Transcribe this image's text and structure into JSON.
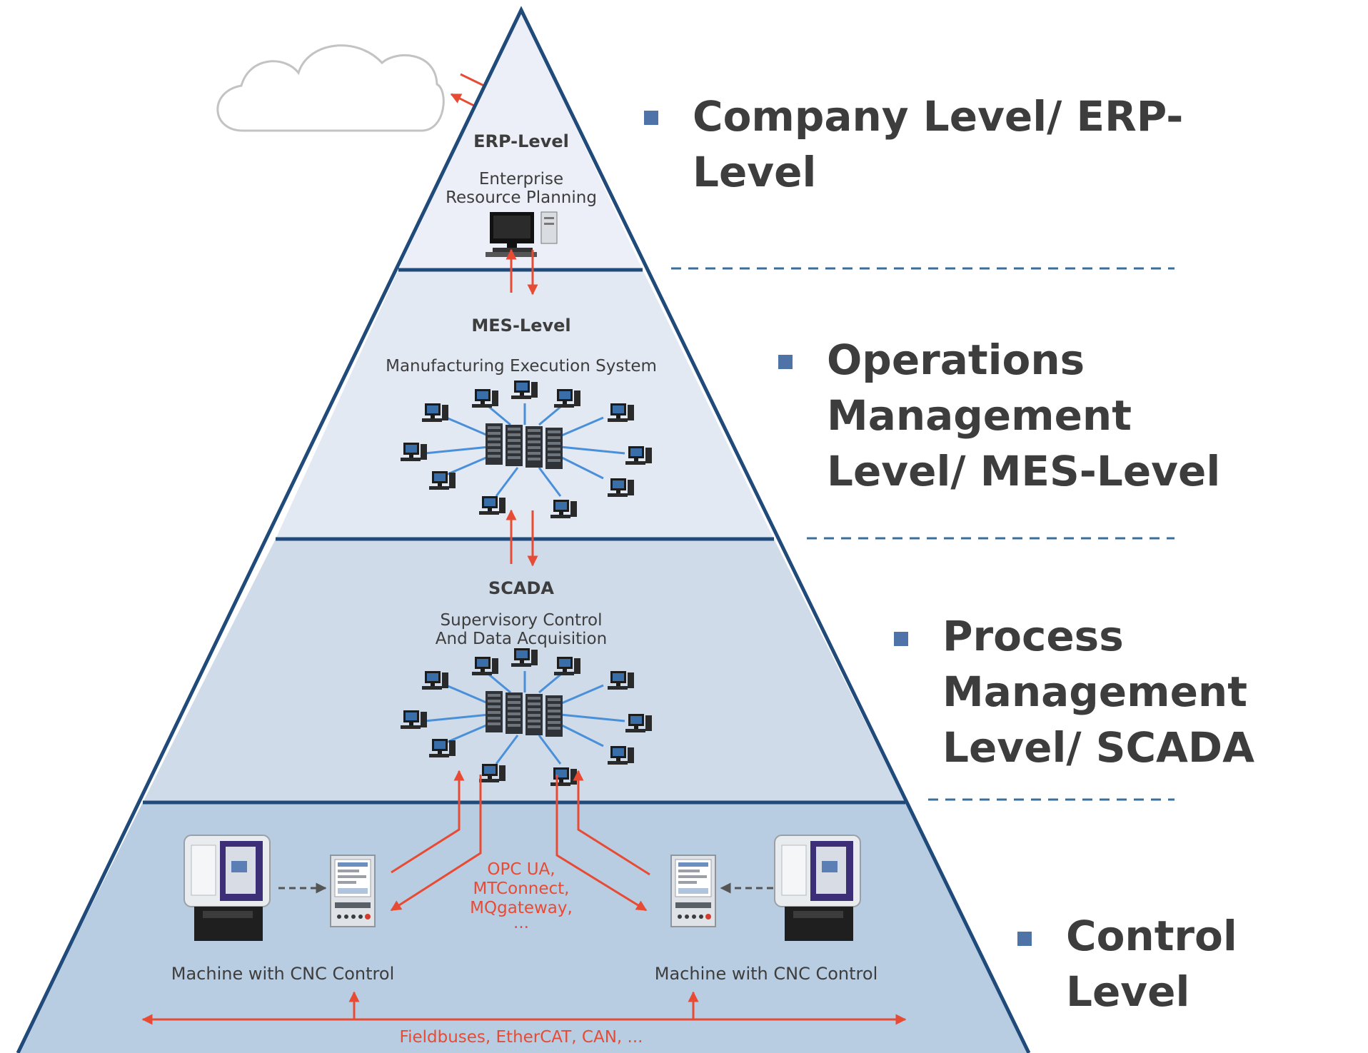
{
  "levels": [
    {
      "title": "ERP-Level",
      "subtitle_lines": [
        "Enterprise",
        "Resource Planning"
      ]
    },
    {
      "title": "MES-Level",
      "subtitle_lines": [
        "Manufacturing Execution System"
      ]
    },
    {
      "title": "SCADA",
      "subtitle_lines": [
        "Supervisory Control",
        "And Data Acquisition"
      ]
    }
  ],
  "control": {
    "machine_left_label": "Machine with CNC Control",
    "machine_right_label": "Machine with CNC Control",
    "protocol_lines": [
      "OPC UA,",
      "MTConnect,",
      "MQgateway,",
      "..."
    ],
    "fieldbus_label": "Fieldbuses, EtherCAT, CAN, ..."
  },
  "side_labels": [
    {
      "line1": "Company Level/ ERP-",
      "line2": "Level"
    },
    {
      "line1": "Operations Management",
      "line2": "Level/ MES-Level"
    },
    {
      "line1": "Process Management",
      "line2": "Level/ SCADA"
    },
    {
      "line1": "Control Level",
      "line2": ""
    }
  ],
  "colors": {
    "tier_erp": "#eceff7",
    "tier_mes": "#e3e9f3",
    "tier_scada": "#cfdbe9",
    "tier_control": "#b9cde2",
    "outline": "#1f4a7a",
    "arrow": "#e84b34",
    "bullet": "#4f73a8",
    "divider": "#3a6f9c",
    "cable": "#4a90d9"
  }
}
